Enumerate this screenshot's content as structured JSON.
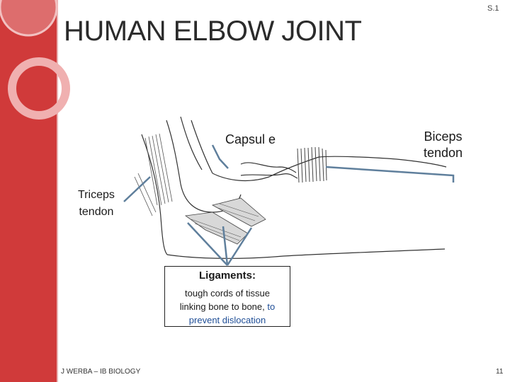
{
  "slide": {
    "title": "HUMAN ELBOW JOINT",
    "slide_id": "S.1",
    "footer_left": "J WERBA – IB BIOLOGY",
    "page_number": "11"
  },
  "labels": {
    "capsule": "Capsul e",
    "biceps_line1": "Biceps",
    "biceps_line2": "tendon",
    "triceps_line1": "Triceps",
    "triceps_line2": "tendon",
    "ligaments_heading": "Ligaments:",
    "ligaments_line1": "tough cords of tissue",
    "ligaments_line2": "linking bone to bone,",
    "ligaments_accent_1": "to",
    "ligaments_accent_2": "prevent dislocation"
  },
  "colors": {
    "sidebar": "#d03a3a",
    "pointer_lines": "#5f7f9c",
    "accent_text": "#1f4e96"
  }
}
